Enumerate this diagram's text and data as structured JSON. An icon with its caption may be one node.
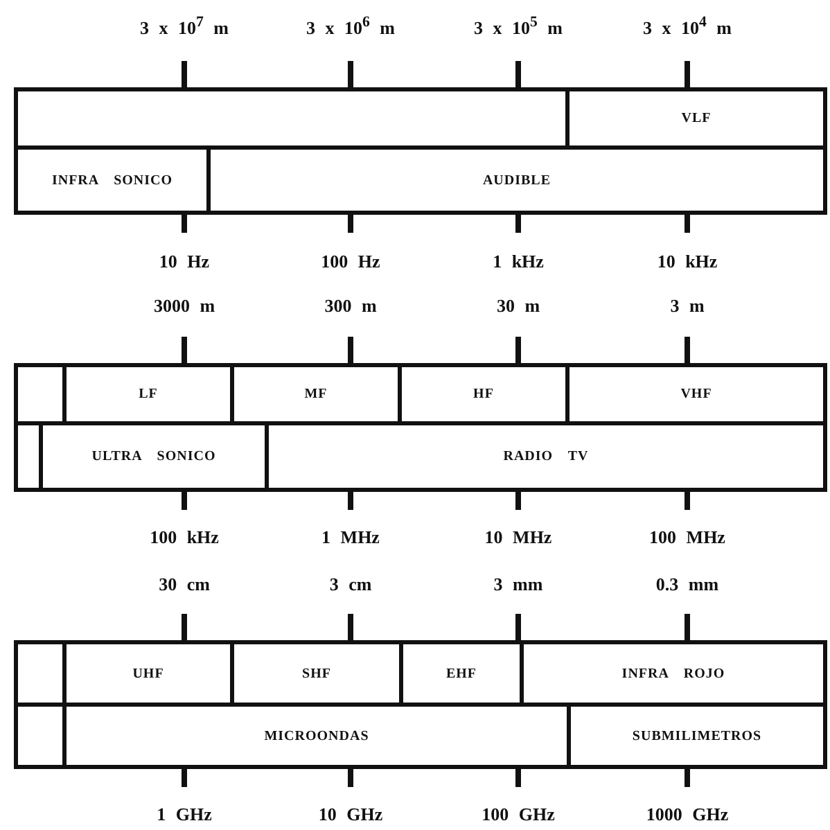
{
  "diagram": {
    "nodes": [
      {
        "text": [],
        "shape": "box"
      },
      {
        "text": [
          "VLF"
        ]
      },
      {
        "text": [
          "INFRA SONICO"
        ]
      },
      {
        "text": [
          "AUDIBLE"
        ]
      },
      {
        "text": [],
        "shape": "box"
      },
      {
        "text": [
          "LF"
        ]
      },
      {
        "text": [
          "MF"
        ]
      },
      {
        "text": [
          "HF"
        ]
      },
      {
        "text": [
          "VHF"
        ]
      },
      {
        "text": [],
        "shape": "box"
      },
      {
        "text": [
          "ULTRA SONICO"
        ]
      },
      {
        "text": [
          "RADIO TV"
        ]
      },
      {
        "text": [],
        "shape": "box"
      },
      {
        "text": [
          "UHF"
        ]
      },
      {
        "text": [
          "SHF"
        ]
      },
      {
        "text": [
          "EHF"
        ]
      },
      {
        "text": [
          "INFRA ROJO"
        ]
      },
      {
        "text": [],
        "shape": "box"
      },
      {
        "text": [
          "MICROONDAS"
        ]
      },
      {
        "text": [
          "SUBMILIMETROS"
        ]
      }
    ],
    "labels": [
      "3 x 10$^{7}$ m",
      "3 x 10$^{6}$ m",
      "3 x 10$^{5}$ m",
      "3 x 10$^{4}$ m",
      "10 Hz",
      "100 Hz",
      "1 kHz",
      "10 kHz",
      "3000 m",
      "300 m",
      "30 m",
      "3 m",
      "100 kHz",
      "1 MHz",
      "10 MHz",
      "100 MHz",
      "30 cm",
      "3 cm",
      "3 mm",
      "0.3 mm",
      "1 GHz",
      "10 GHz",
      "100 GHz",
      "1000 GHz"
    ]
  }
}
